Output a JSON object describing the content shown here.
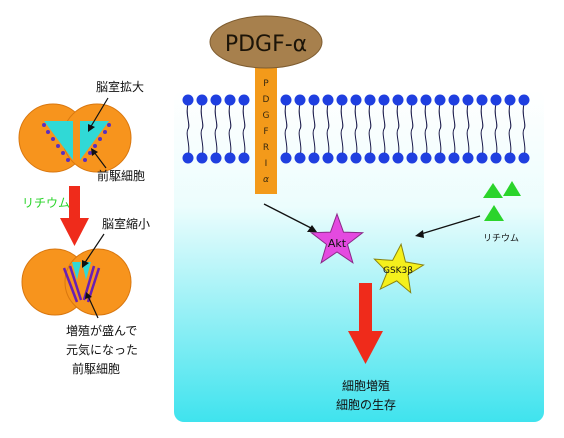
{
  "left_panel": {
    "ventricle_enlarged": "脳室拡大",
    "precursor_cells": "前駆細胞",
    "lithium": "リチウム",
    "ventricle_reduced": "脳室縮小",
    "active_precursors": [
      "増殖が盛んで",
      "元気になった",
      "前駆細胞"
    ]
  },
  "right_panel": {
    "ligand": "PDGF-α",
    "receptor_letters": [
      "P",
      "D",
      "G",
      "F",
      "R",
      "I",
      "α"
    ],
    "akt": "Akt",
    "gsk3b": "GSK3β",
    "lithium": "リチウム",
    "outcome": [
      "細胞増殖",
      "細胞の生存"
    ]
  },
  "colors": {
    "orange": "#f7941d",
    "cyan_ventricle": "#30d9d6",
    "red_arrow": "#ef2b1b",
    "lithium_green": "#2bd42b",
    "akt_magenta": "#e44ae0",
    "gsk_yellow": "#f5f01c",
    "membrane_blue": "#1f3fe0",
    "ligand_brown": "#a7804d",
    "receptor_orange": "#f39a1a"
  }
}
